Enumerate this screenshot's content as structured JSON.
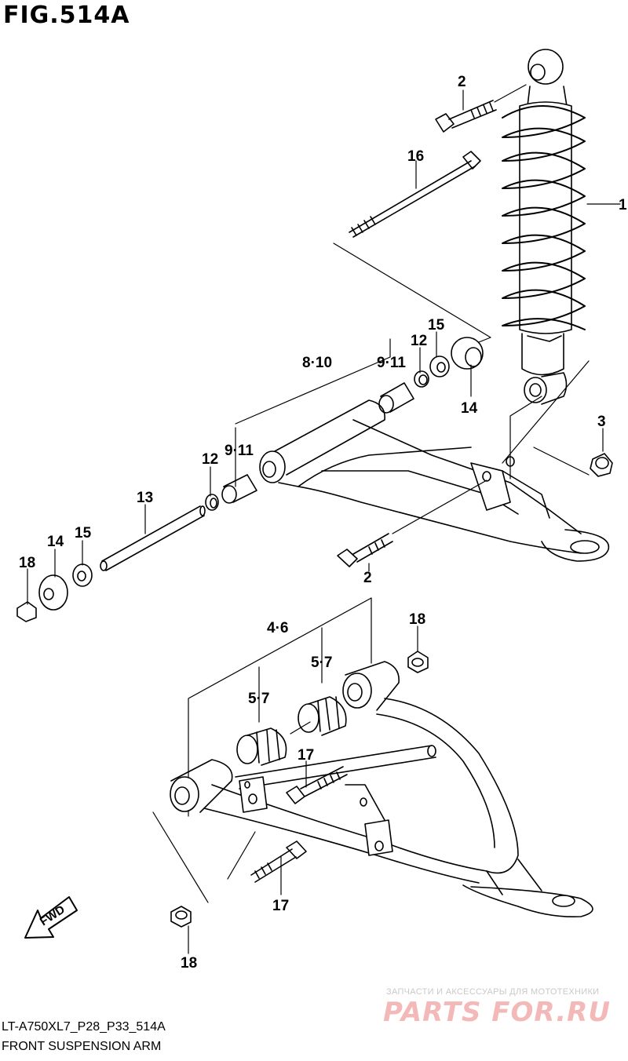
{
  "figure": {
    "title": "FIG.514A"
  },
  "callouts": {
    "c1": "1",
    "c2_top": "2",
    "c16": "16",
    "c15_top": "15",
    "c12_top": "12",
    "c8_10": "8·10",
    "c9_11_top": "9·11",
    "c14_top": "14",
    "c3": "3",
    "c9_11_left": "9·11",
    "c12_left": "12",
    "c13": "13",
    "c14_left": "14",
    "c15_left": "15",
    "c18_top": "18",
    "c2_bottom": "2",
    "c4_6": "4·6",
    "c18_right": "18",
    "c5_7_right": "5·7",
    "c5_7_left": "5·7",
    "c17_top": "17",
    "c17_bottom": "17",
    "c18_bottom": "18"
  },
  "fwd_label": "FWD",
  "footer": {
    "model_code": "LT-A750XL7_P28_P33_514A",
    "section_name": "FRONT SUSPENSION ARM"
  },
  "watermark": {
    "tagline": "ЗАПЧАСТИ И АКСЕССУАРЫ ДЛЯ МОТОТЕХНИКИ",
    "logo": "PARTS FOR.RU"
  }
}
